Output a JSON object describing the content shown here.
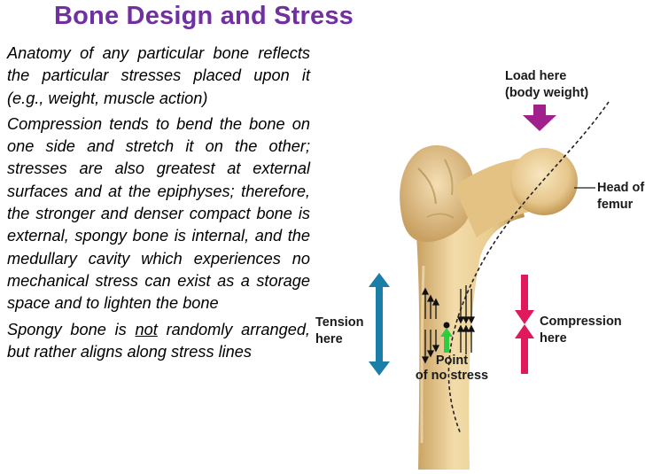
{
  "title": "Bone Design and Stress",
  "paragraphs": {
    "p1": "Anatomy of any particular bone reflects the particular stresses placed upon it (e.g., weight, muscle action)",
    "p2": "Compression tends to bend the bone on one side and stretch it on the other; stresses are also greatest at external surfaces and at the epiphyses; therefore, the stronger and denser compact bone is external, spongy bone is internal, and the medullary cavity which experiences no mechanical stress can exist as a storage space and to lighten the bone",
    "p3_before": "Spongy bone is ",
    "p3_emphasis": "not",
    "p3_after": " randomly arranged, but rather aligns along stress lines"
  },
  "figure": {
    "load_line1": "Load here",
    "load_line2": "(body weight)",
    "head_line1": "Head of",
    "head_line2": "femur",
    "tension_line1": "Tension",
    "tension_line2": "here",
    "compression_line1": "Compression",
    "compression_line2": "here",
    "point_line1": "Point",
    "point_line2": "of no stress",
    "colors": {
      "load_arrow": "#a0218c",
      "tension_arrow": "#1a7ea8",
      "compression_arrow": "#e0195a",
      "no_stress_arrow": "#2ecc40",
      "bone": "#e8c88a"
    }
  }
}
